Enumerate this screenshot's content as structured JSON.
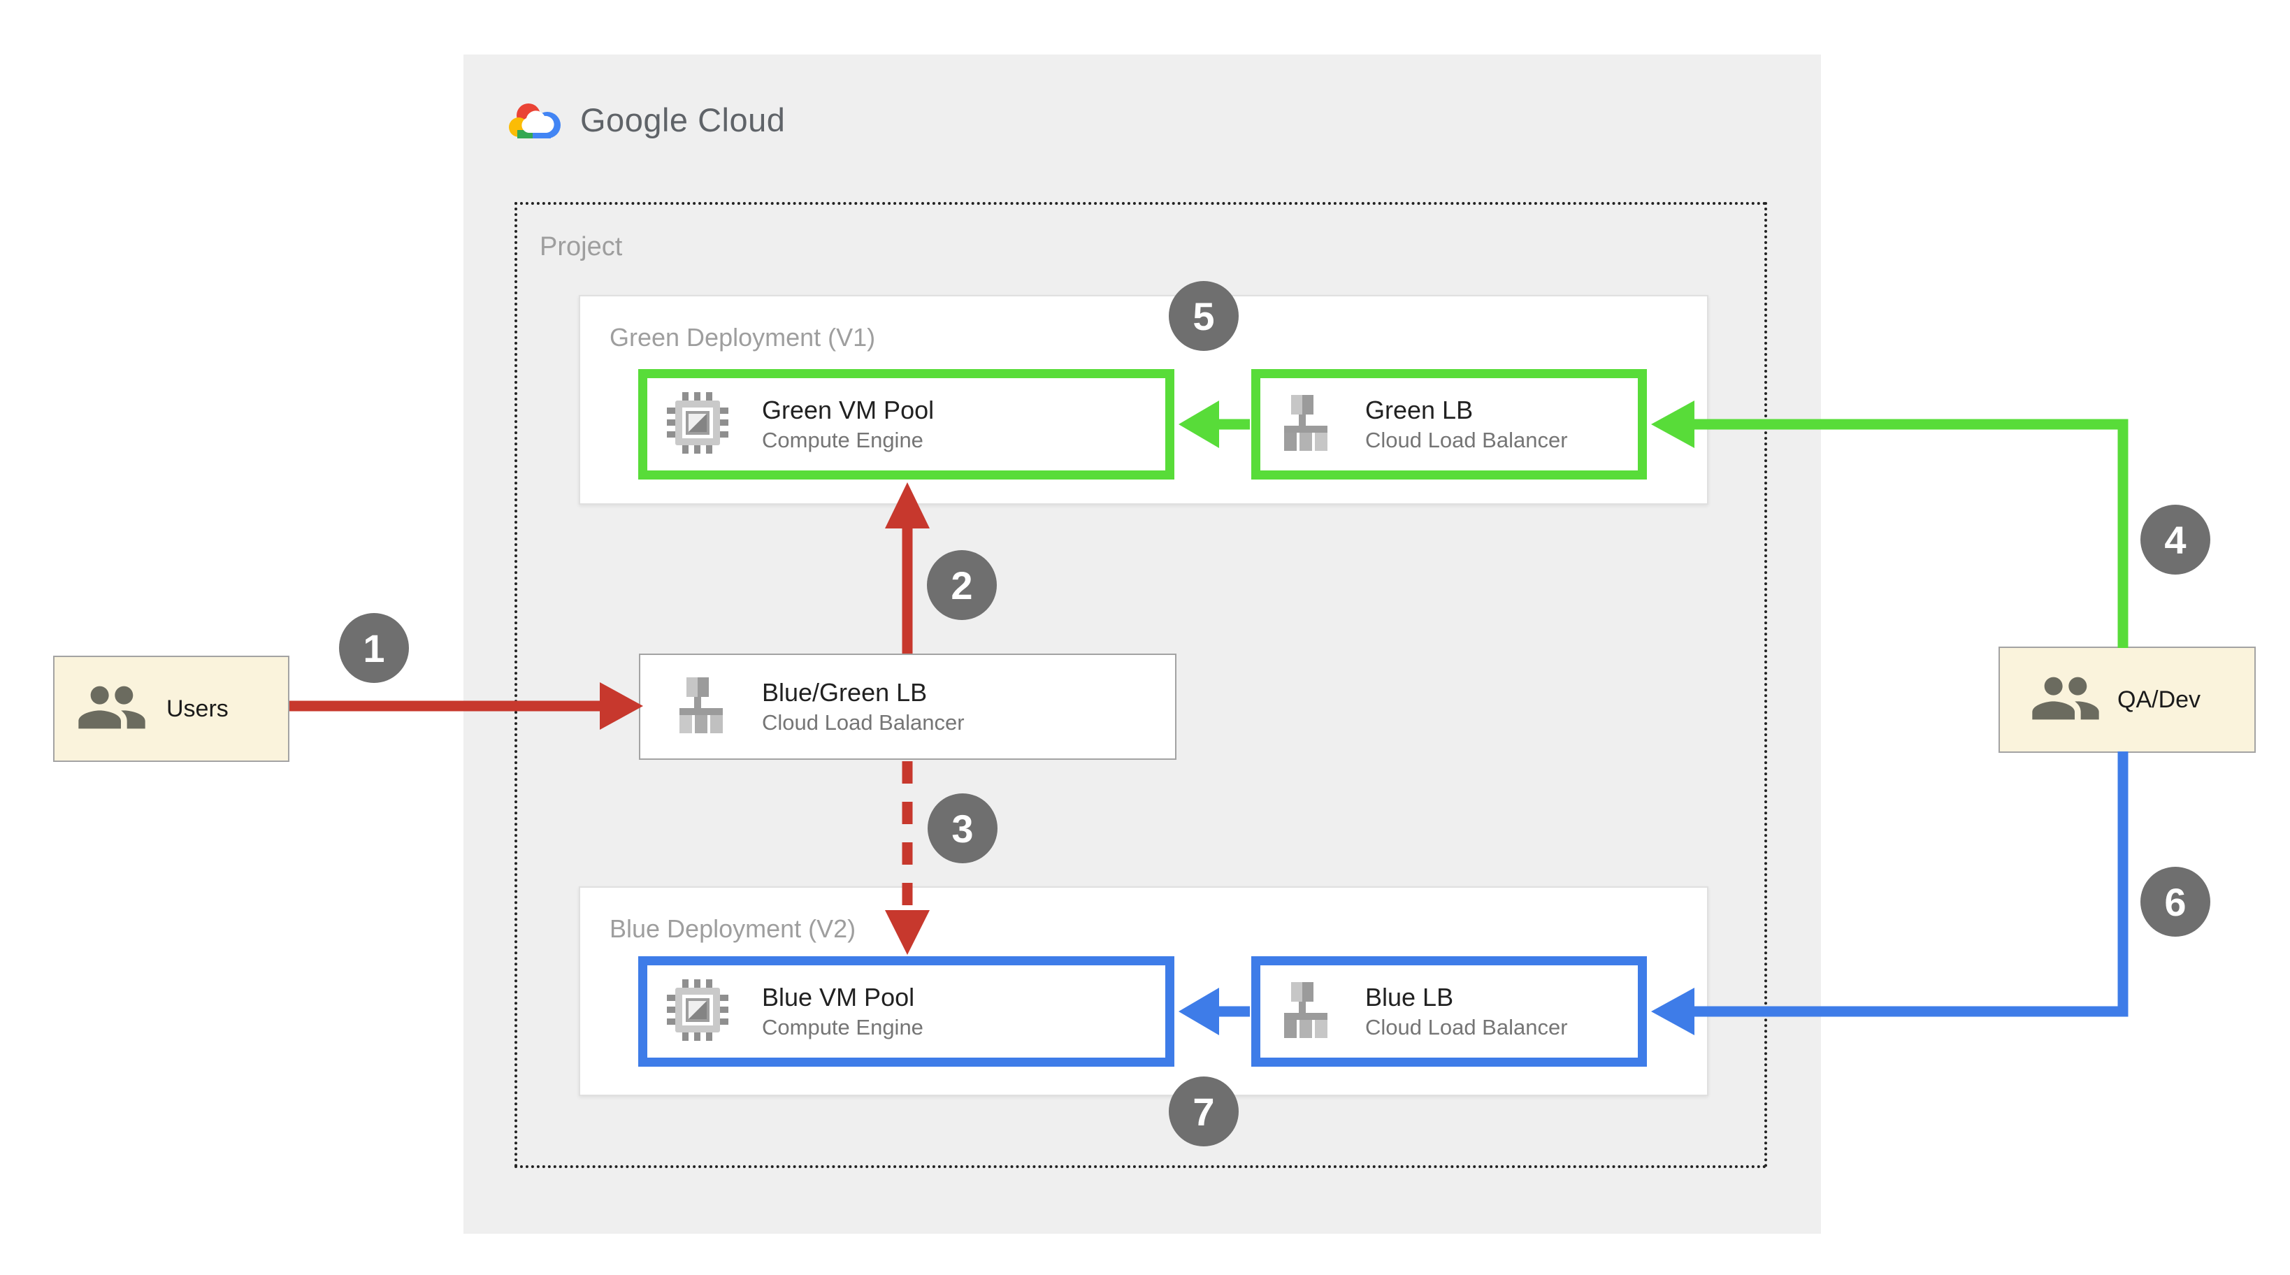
{
  "colors": {
    "panel-bg": "#EFEFEF",
    "green": "#58DC39",
    "blue": "#3E7CE8",
    "red": "#C7382D",
    "badge-gray": "#6F6F6F",
    "cream": "#FAF3DC",
    "box-border-light": "#E0E0E0",
    "thin-border-gray": "#A3A3A3",
    "label-gray": "#9E9E9E",
    "subtitle-gray": "#757575",
    "title-dark": "#212121",
    "wordmark-gray": "#5F6368",
    "dotted-border": "#222222",
    "people-olive": "#6B6B5F",
    "logo-red": "#EA4335",
    "logo-yellow": "#FBBC05",
    "logo-green": "#34A853",
    "logo-blue": "#4285F4"
  },
  "logo": {
    "wordmark": "Google Cloud"
  },
  "project": {
    "label": "Project"
  },
  "deployments": {
    "green": {
      "label": "Green Deployment (V1)",
      "vm_pool": {
        "title": "Green VM Pool",
        "subtitle": "Compute Engine"
      },
      "lb": {
        "title": "Green LB",
        "subtitle": "Cloud Load Balancer"
      }
    },
    "blue": {
      "label": "Blue Deployment (V2)",
      "vm_pool": {
        "title": "Blue VM Pool",
        "subtitle": "Compute Engine"
      },
      "lb": {
        "title": "Blue LB",
        "subtitle": "Cloud Load Balancer"
      }
    }
  },
  "router": {
    "title": "Blue/Green LB",
    "subtitle": "Cloud Load Balancer"
  },
  "actors": {
    "users": {
      "label": "Users"
    },
    "qa_dev": {
      "label": "QA/Dev"
    }
  },
  "badges": {
    "b1": "1",
    "b2": "2",
    "b3": "3",
    "b4": "4",
    "b5": "5",
    "b6": "6",
    "b7": "7"
  }
}
